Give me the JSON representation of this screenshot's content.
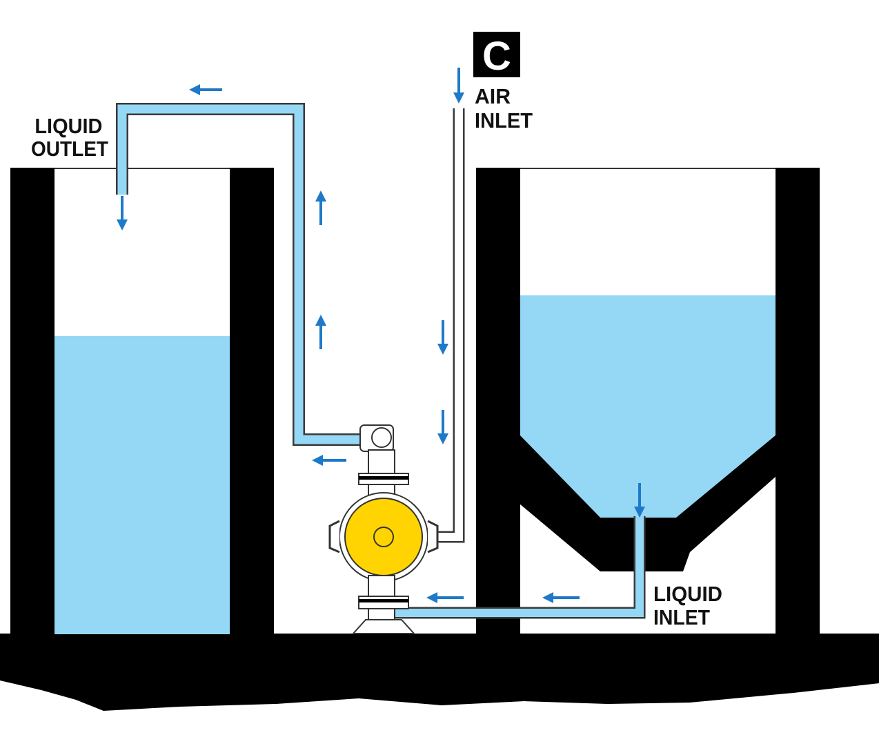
{
  "labels": {
    "liquid_outlet": [
      "LIQUID",
      "OUTLET"
    ],
    "air_inlet": [
      "AIR",
      "INLET"
    ],
    "liquid_inlet": [
      "LIQUID",
      "INLET"
    ],
    "badge": "C"
  },
  "colors": {
    "liquid": "#94D8F6",
    "structure": "#000000",
    "arrow": "#1E7AC8",
    "pump_body": "#FFD400",
    "pipe_outline": "#3A3A3A",
    "air_pipe": "#FFFFFF"
  },
  "flow": {
    "discharge_direction": "left tank",
    "supply_direction": "from right hopper tank"
  }
}
